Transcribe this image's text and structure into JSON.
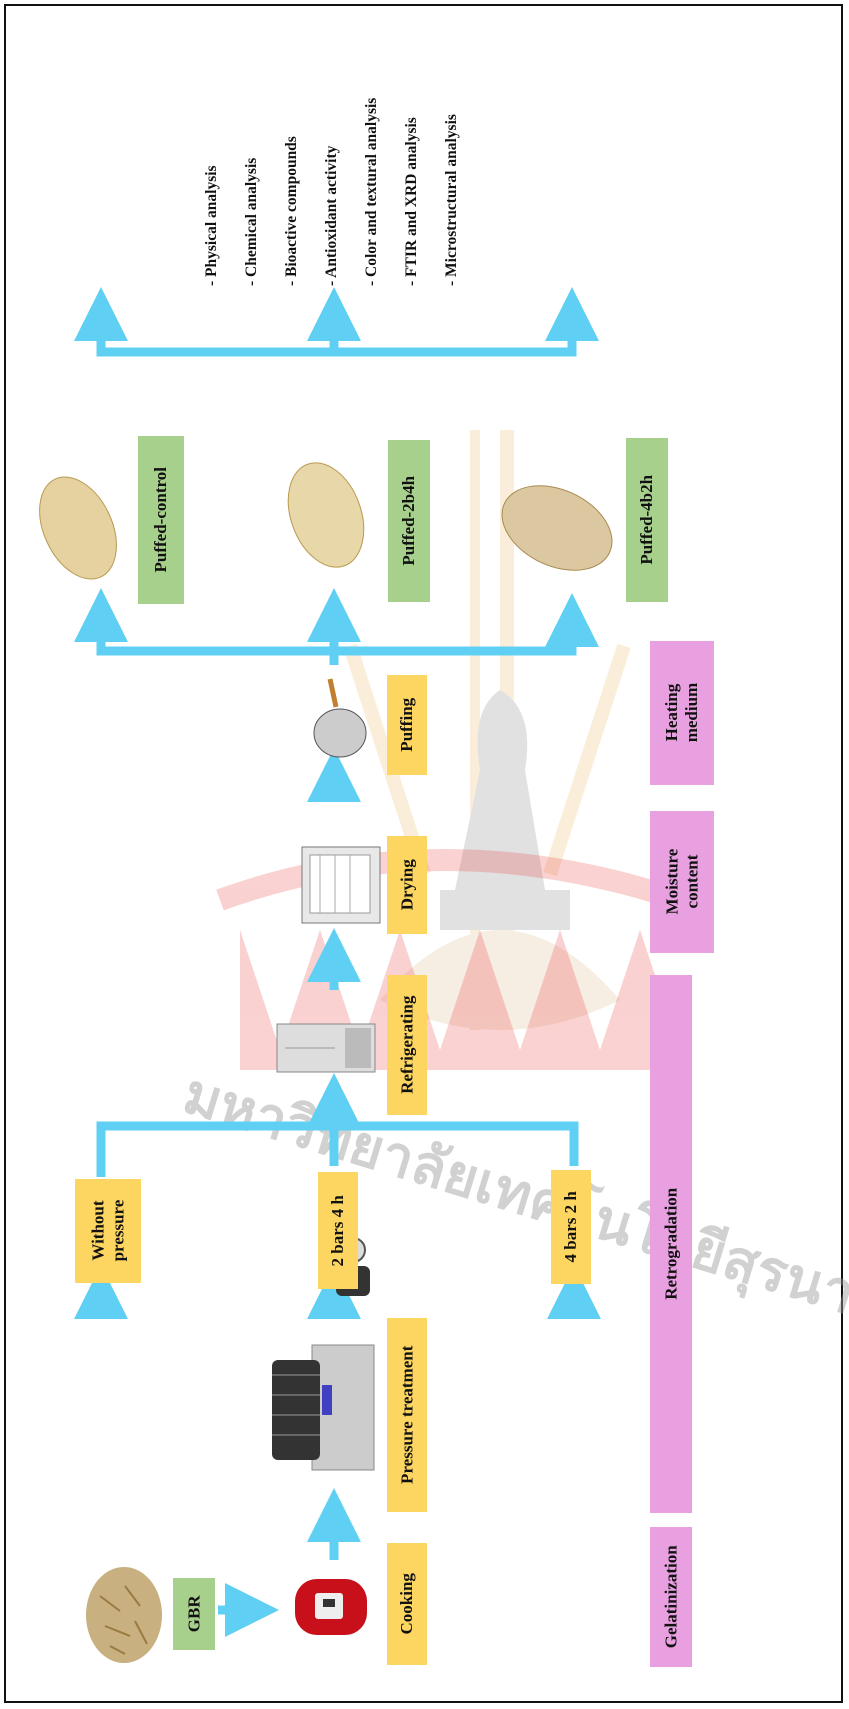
{
  "nodes": {
    "gbr": "GBR",
    "cooking": "Cooking",
    "pressure_treatment": "Pressure treatment",
    "without_pressure_line1": "Without",
    "without_pressure_line2": "pressure",
    "two_bars": "2 bars 4 h",
    "four_bars": "4 bars 2 h",
    "refrigerating": "Refrigerating",
    "drying": "Drying",
    "puffing": "Puffing",
    "puffed_control": "Puffed-control",
    "puffed_2b4h": "Puffed-2b4h",
    "puffed_4b2h": "Puffed-4b2h"
  },
  "stages": {
    "gelatinization": "Gelatinization",
    "retrogradation": "Retrogradation",
    "moisture_line1": "Moisture",
    "moisture_line2": "content",
    "heating_line1": "Heating",
    "heating_line2": "medium"
  },
  "analyses": [
    "- Physical analysis",
    "- Chemical analysis",
    "- Bioactive compounds",
    "- Antioxidant activity",
    "- Color and textural analysis",
    "- FTIR and XRD analysis",
    "- Microstructural analysis"
  ],
  "watermark_text": "มหาวิทยาลัยเทคโนโลยีสุรนารี",
  "colors": {
    "arrow": "#5fd0f3",
    "yellow_box": "#fdd661",
    "green_box": "#a8d08d",
    "pink_box": "#e8a0e0"
  }
}
